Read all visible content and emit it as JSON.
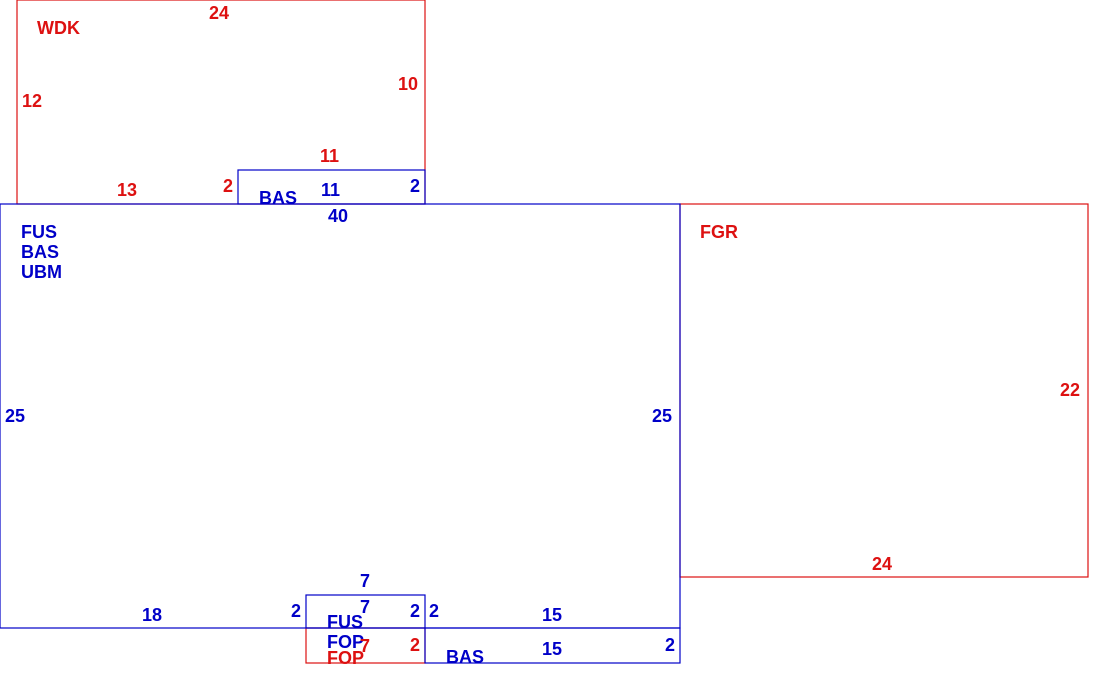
{
  "colors": {
    "blue": "#0000c8",
    "red": "#dd1111"
  },
  "labels": {
    "wdk": {
      "name": "WDK",
      "top": "24",
      "right": "10",
      "left": "12",
      "bottom": "13",
      "notch_left": "2",
      "notch_top": "11"
    },
    "bas_top": {
      "name": "BAS",
      "top": "11",
      "right": "2"
    },
    "main": {
      "codes": [
        "FUS",
        "BAS",
        "UBM"
      ],
      "top": "40",
      "left": "25",
      "right": "25",
      "bottom_left": "18",
      "bottom_notch_left": "2",
      "bottom_notch_right": "2"
    },
    "fgr": {
      "name": "FGR",
      "right": "22",
      "bottom": "24"
    },
    "fus_fop": {
      "codes": [
        "FUS",
        "FOP"
      ],
      "top_outer": "7",
      "top_inner": "7",
      "left": "2",
      "right": "2"
    },
    "fop_red": {
      "name": "FOP",
      "top": "7",
      "right": "2"
    },
    "bas_bottom": {
      "name": "BAS",
      "top_outer": "15",
      "top_inner": "15",
      "right": "2"
    }
  }
}
